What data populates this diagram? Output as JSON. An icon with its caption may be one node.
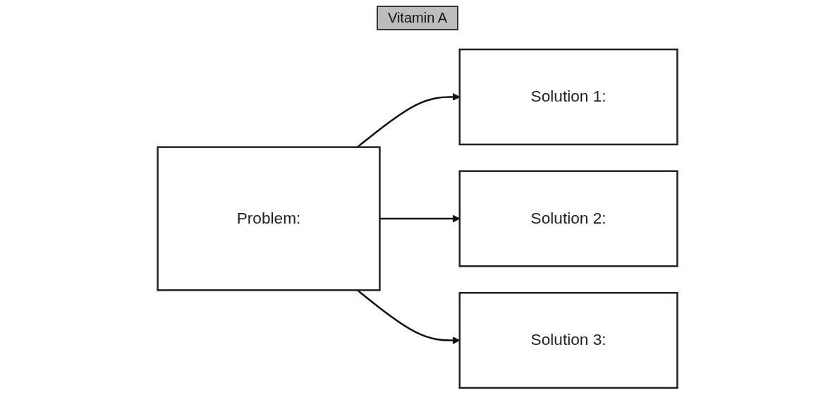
{
  "diagram": {
    "title": "Vitamin A",
    "nodes": [
      {
        "text": [
          "Problem:"
        ]
      },
      {
        "text": [
          "Solution 1:"
        ]
      },
      {
        "text": [
          "Solution 2:"
        ]
      },
      {
        "text": [
          "Solution 3:"
        ]
      }
    ],
    "edges": [
      {
        "from": 0,
        "to": 1,
        "arrow": "to"
      },
      {
        "from": 0,
        "to": 2,
        "arrow": "to"
      },
      {
        "from": 0,
        "to": 3,
        "arrow": "to"
      }
    ]
  }
}
